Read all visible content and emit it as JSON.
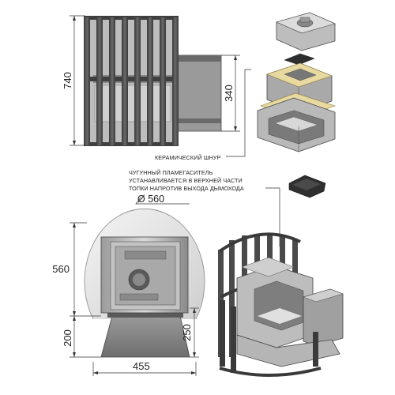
{
  "dimensions": {
    "height_total": "740",
    "firebox_height": "340",
    "diameter": "Ø 560",
    "body_height": "560",
    "base_height_left": "200",
    "base_height_right": "250",
    "base_width": "455"
  },
  "labels": {
    "ceramic_cord": "КЕРАМИЧЕСКИЙ ШНУР",
    "flame_note_line1": "ЧУГУННЫЙ ПЛАМЕГАСИТЕЛЬ",
    "flame_note_line2": "УСТАНАВЛИВАЕТСЯ В ВЕРХНЕЙ ЧАСТИ",
    "flame_note_line3": "ТОПКИ НАПРОТИВ ВЫХОДА ДЫМОХОДА"
  },
  "colors": {
    "metal_dark": "#4a4a4a",
    "metal_mid": "#8c8c8c",
    "metal_light": "#c9c9c9",
    "ceramic_cord": "#e8d9a0",
    "line": "#333333"
  }
}
